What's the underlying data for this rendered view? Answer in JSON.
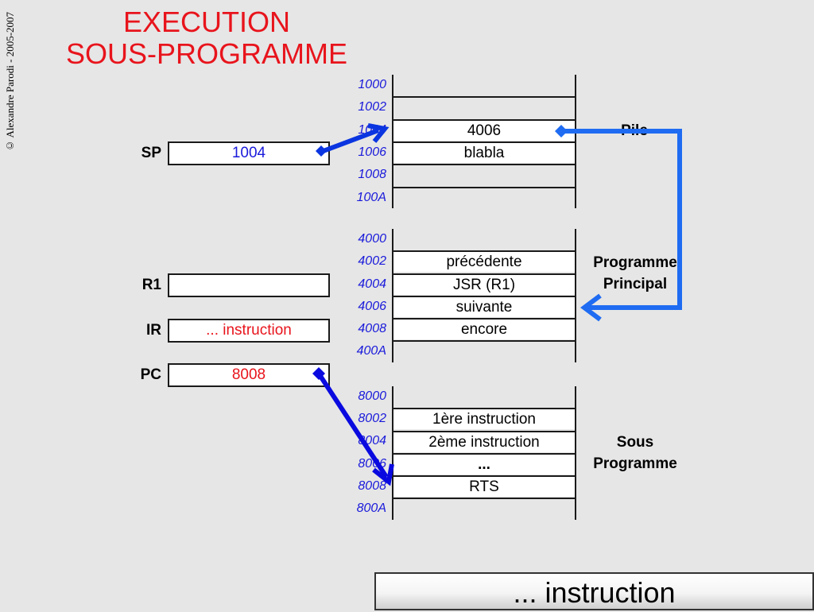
{
  "copyright": "© Alexandre Parodi - 2005-2007",
  "title": {
    "line1": "EXECUTION",
    "line2": "SOUS-PROGRAMME"
  },
  "registers": {
    "sp": {
      "label": "SP",
      "value": "1004"
    },
    "r1": {
      "label": "R1",
      "value": ""
    },
    "ir": {
      "label": "IR",
      "value": "... instruction"
    },
    "pc": {
      "label": "PC",
      "value": "8008"
    }
  },
  "stack": {
    "label": "Pile",
    "rows": [
      {
        "addr": "1000",
        "content": ""
      },
      {
        "addr": "1002",
        "content": ""
      },
      {
        "addr": "1004",
        "content": "4006"
      },
      {
        "addr": "1006",
        "content": "blabla"
      },
      {
        "addr": "1008",
        "content": ""
      },
      {
        "addr": "100A",
        "content": ""
      }
    ]
  },
  "main_program": {
    "label_line1": "Programme",
    "label_line2": "Principal",
    "rows": [
      {
        "addr": "4000",
        "content": ""
      },
      {
        "addr": "4002",
        "content": "précédente"
      },
      {
        "addr": "4004",
        "content": "JSR (R1)"
      },
      {
        "addr": "4006",
        "content": "suivante"
      },
      {
        "addr": "4008",
        "content": "encore"
      },
      {
        "addr": "400A",
        "content": ""
      }
    ]
  },
  "sub_program": {
    "label_line1": "Sous",
    "label_line2": "Programme",
    "rows": [
      {
        "addr": "8000",
        "content": ""
      },
      {
        "addr": "8002",
        "content": "1ère instruction"
      },
      {
        "addr": "8004",
        "content": "2ème instruction"
      },
      {
        "addr": "8006",
        "content": "..."
      },
      {
        "addr": "8008",
        "content": "RTS"
      },
      {
        "addr": "800A",
        "content": ""
      }
    ]
  },
  "status_bar": {
    "text": "... instruction"
  },
  "colors": {
    "title": "#e8141c",
    "address": "#1a1adb",
    "sp_value": "#1a1adb",
    "ir_value": "#e8141c",
    "pc_value": "#e8141c",
    "arrow_sp": "#0a35e0",
    "arrow_stack": "#1f6cf2",
    "arrow_pc": "#0a0ae0"
  }
}
